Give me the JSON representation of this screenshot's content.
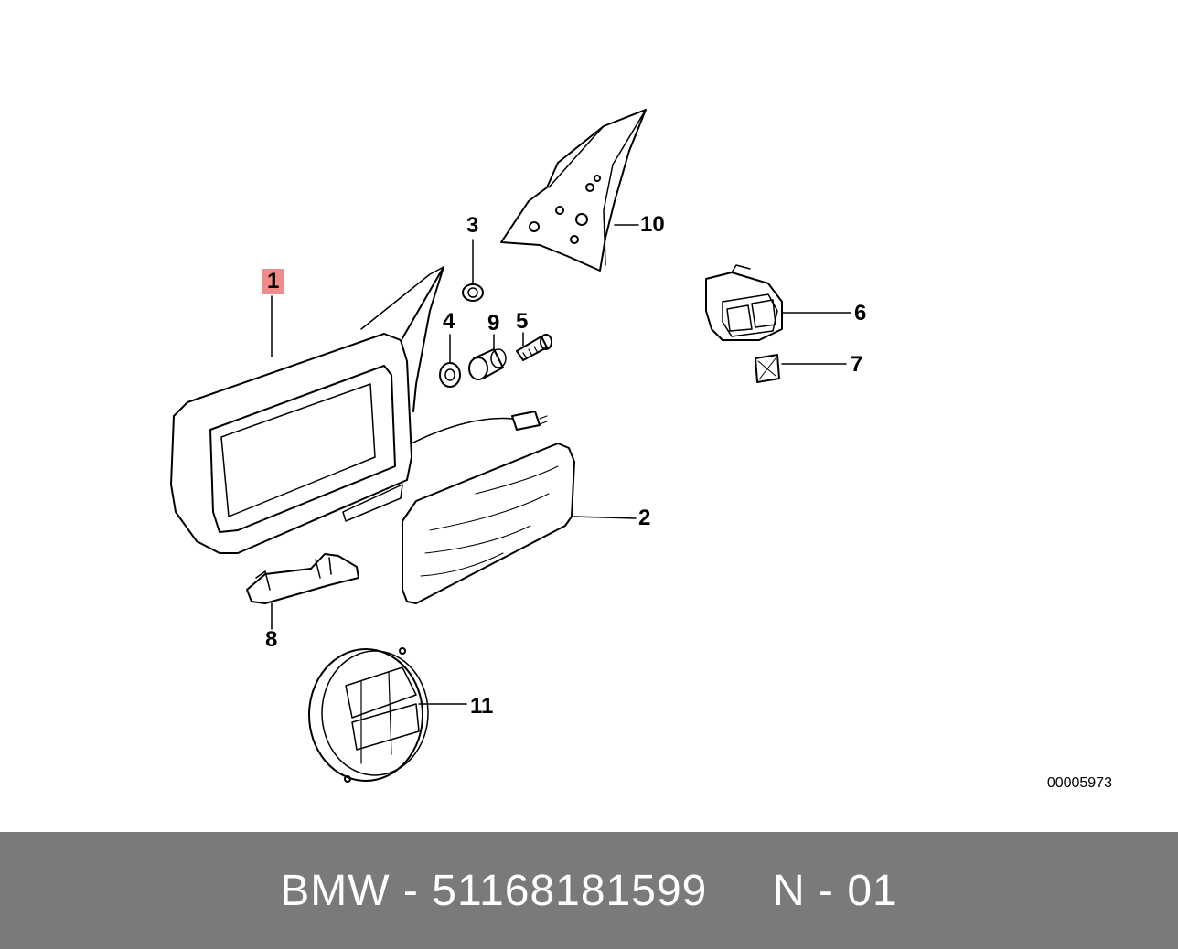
{
  "diagram": {
    "image_code": "00005973",
    "callouts": {
      "p1": "1",
      "p2": "2",
      "p3": "3",
      "p4": "4",
      "p5": "5",
      "p6": "6",
      "p7": "7",
      "p8": "8",
      "p9": "9",
      "p10": "10",
      "p11": "11"
    },
    "highlighted_part": "1",
    "highlight_color": "#f08c8c"
  },
  "footer": {
    "text": "BMW - 51168181599     N - 01",
    "background": "#7a7a7a",
    "text_color": "#ffffff"
  }
}
